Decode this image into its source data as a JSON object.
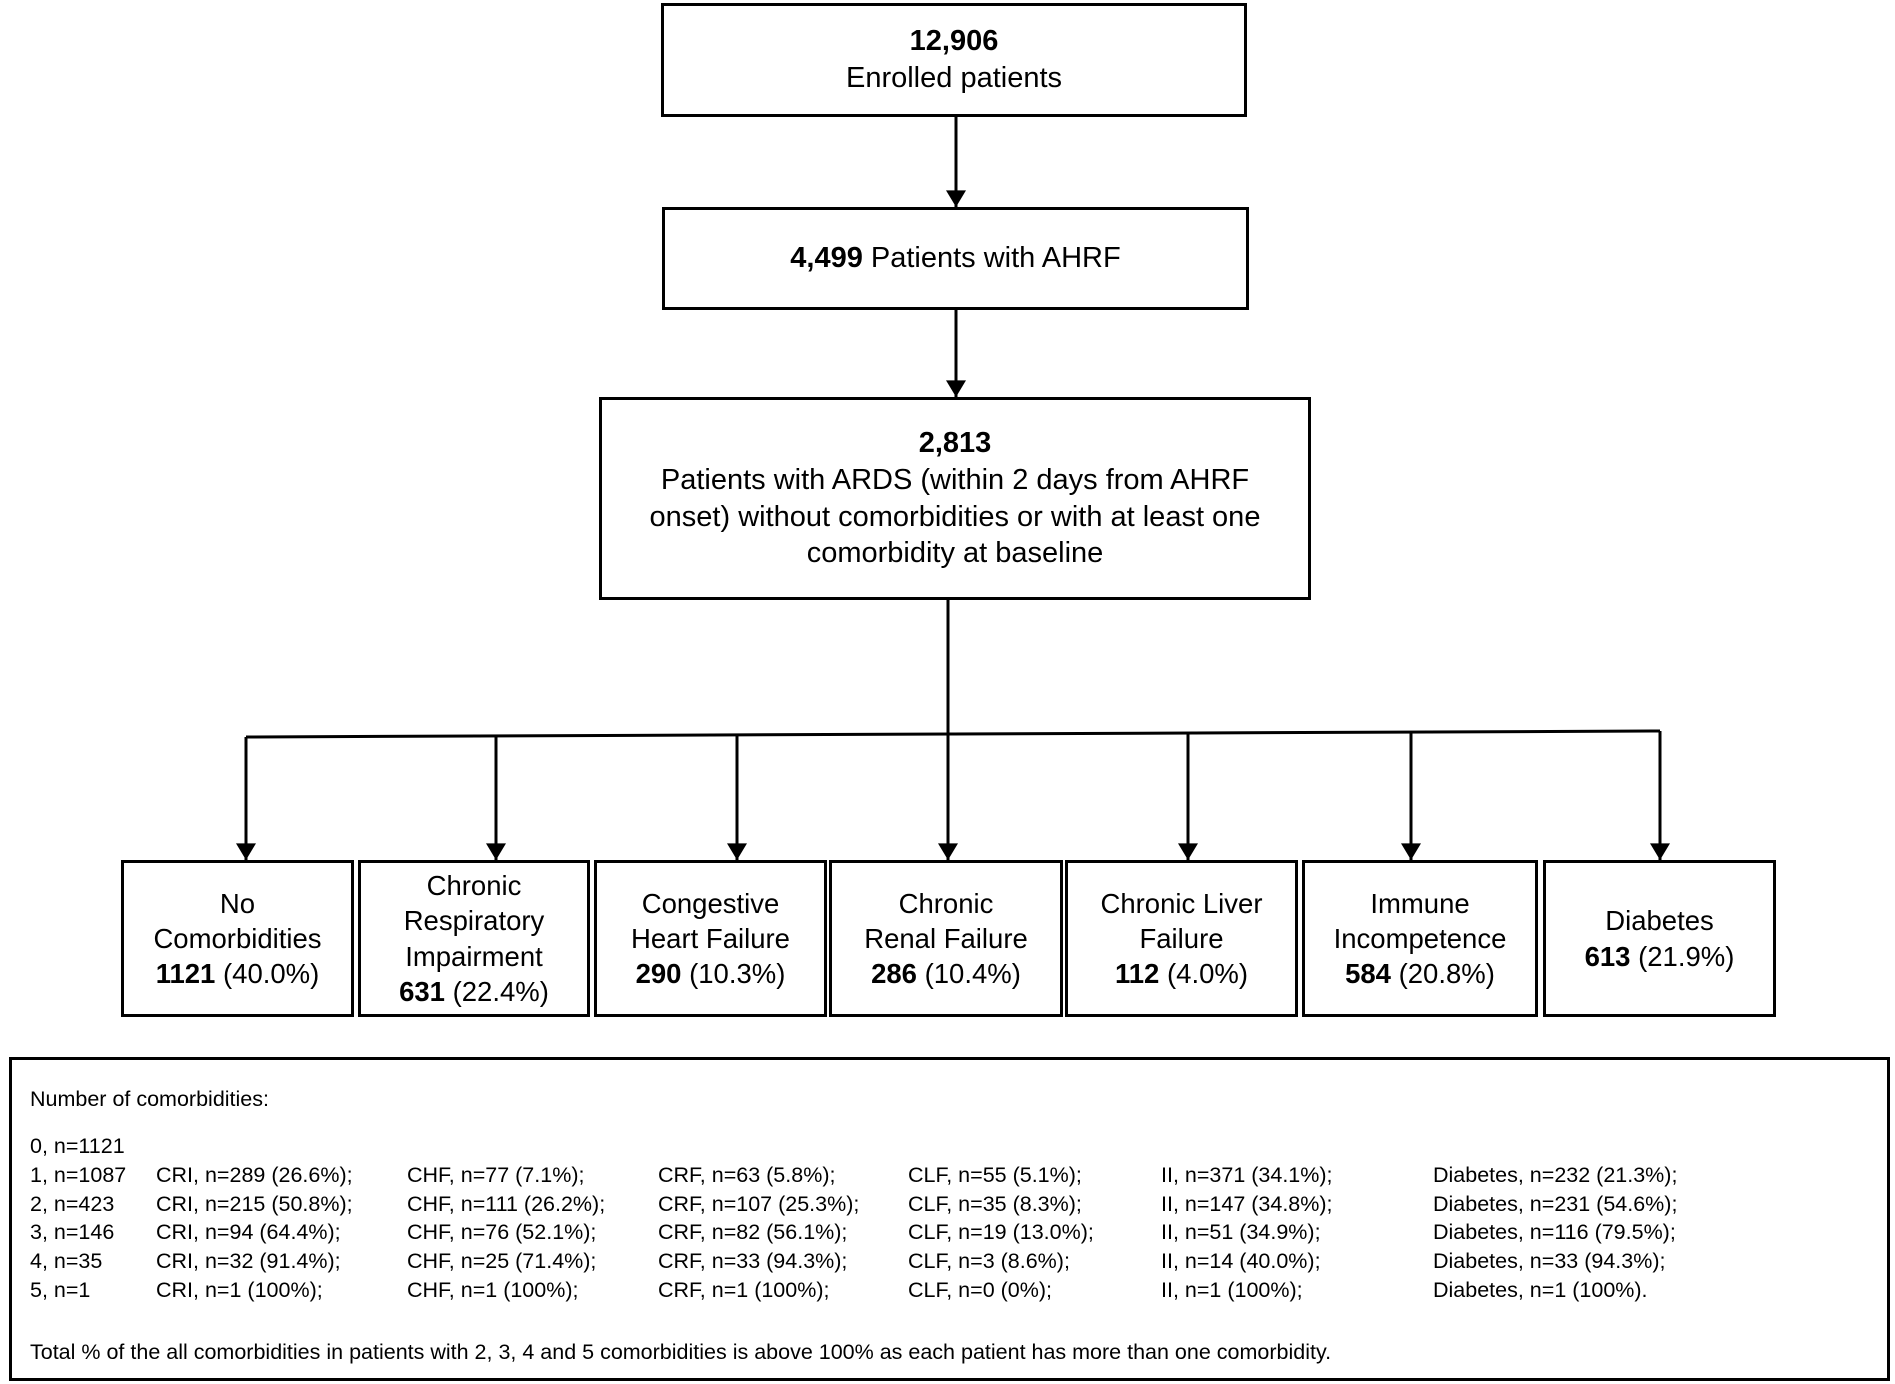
{
  "flow": {
    "enrolled": {
      "count": "12,906",
      "label": "Enrolled patients"
    },
    "ahrf": {
      "count": "4,499",
      "label": " Patients with AHRF"
    },
    "ards": {
      "count": "2,813",
      "line1": "Patients with ARDS (within 2 days from AHRF",
      "line2": "onset) without comorbidities or with at least one",
      "line3": "comorbidity at baseline"
    }
  },
  "categories": [
    {
      "lines": [
        "No",
        "Comorbidities"
      ],
      "count": "1121",
      "pct": " (40.0%)"
    },
    {
      "lines": [
        "Chronic",
        "Respiratory",
        "Impairment"
      ],
      "count": "631",
      "pct": " (22.4%)"
    },
    {
      "lines": [
        "Congestive",
        "Heart Failure"
      ],
      "count": "290",
      "pct": " (10.3%)"
    },
    {
      "lines": [
        "Chronic",
        "Renal Failure"
      ],
      "count": "286",
      "pct": " (10.4%)"
    },
    {
      "lines": [
        "Chronic Liver",
        "Failure"
      ],
      "count": "112",
      "pct": " (4.0%)"
    },
    {
      "lines": [
        "Immune",
        "Incompetence"
      ],
      "count": "584",
      "pct": " (20.8%)"
    },
    {
      "lines": [
        "Diabetes"
      ],
      "count": "613",
      "pct": " (21.9%)"
    }
  ],
  "legend": {
    "title": "Number of comorbidities:",
    "rows": [
      [
        "0, n=1121",
        "",
        "",
        "",
        "",
        "",
        ""
      ],
      [
        "1, n=1087",
        "CRI, n=289 (26.6%);",
        "CHF, n=77 (7.1%);",
        "CRF, n=63 (5.8%);",
        "CLF, n=55 (5.1%);",
        "II, n=371 (34.1%);",
        "Diabetes, n=232 (21.3%);"
      ],
      [
        "2, n=423",
        "CRI, n=215 (50.8%);",
        "CHF, n=111 (26.2%);",
        "CRF, n=107 (25.3%);",
        "CLF, n=35 (8.3%);",
        "II, n=147 (34.8%);",
        "Diabetes, n=231 (54.6%);"
      ],
      [
        "3, n=146",
        "CRI, n=94 (64.4%);",
        "CHF, n=76 (52.1%);",
        "CRF, n=82 (56.1%);",
        "CLF, n=19 (13.0%);",
        "II, n=51 (34.9%);",
        "Diabetes, n=116 (79.5%);"
      ],
      [
        "4, n=35",
        "CRI, n=32 (91.4%);",
        "CHF, n=25 (71.4%);",
        "CRF, n=33 (94.3%);",
        "CLF, n=3 (8.6%);",
        "II, n=14 (40.0%);",
        "Diabetes, n=33 (94.3%);"
      ],
      [
        "5, n=1",
        "CRI, n=1 (100%);",
        "CHF, n=1 (100%);",
        "CRF, n=1 (100%);",
        "CLF, n=0 (0%);",
        "II, n=1 (100%);",
        "Diabetes, n=1 (100%)."
      ]
    ],
    "footnote": "Total % of the all comorbidities in patients with 2, 3, 4 and 5 comorbidities is above 100% as each patient has more than one comorbidity."
  }
}
